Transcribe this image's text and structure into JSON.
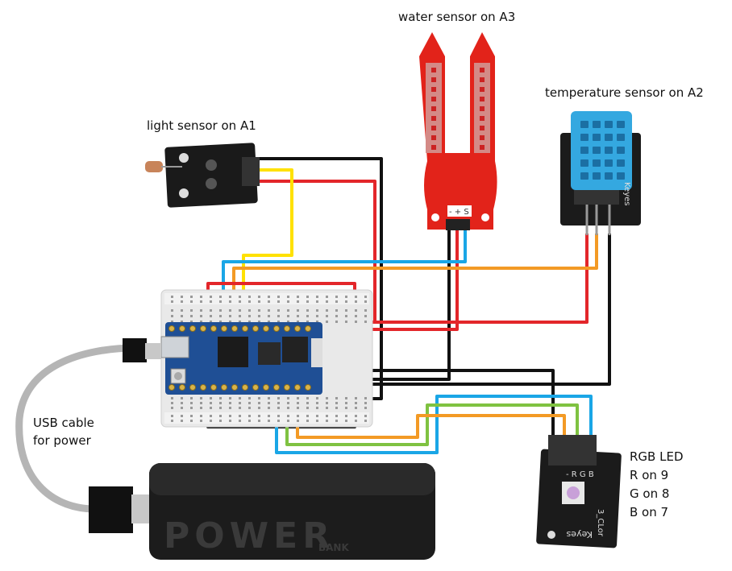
{
  "labels": {
    "water_sensor": "water sensor on A3",
    "temperature_sensor": "temperature sensor on A2",
    "light_sensor": "light sensor on A1",
    "usb_cable_line1": "USB cable",
    "usb_cable_line2": "for power",
    "rgb_line1": "RGB LED",
    "rgb_line2": "R on 9",
    "rgb_line3": "G on 8",
    "rgb_line4": "B on 7"
  },
  "module_text": {
    "keyes_temp": "Keyes",
    "keyes_rgb": "Keyes",
    "rgb_pins": "- R G B",
    "rgb_model": "3_CLor",
    "water_pins": "- + S",
    "power_bank": "POWER",
    "bank": "BANK"
  },
  "colors": {
    "wire_red": "#e3262a",
    "wire_black": "#111111",
    "wire_yellow": "#ffe100",
    "wire_blue": "#1aa6e6",
    "wire_orange": "#f39a25",
    "wire_green": "#7fc241",
    "pcb_blue": "#1f4f95",
    "water_red": "#e2231a",
    "dht_blue": "#34a8e0",
    "breadboard": "#e9e9e9"
  }
}
